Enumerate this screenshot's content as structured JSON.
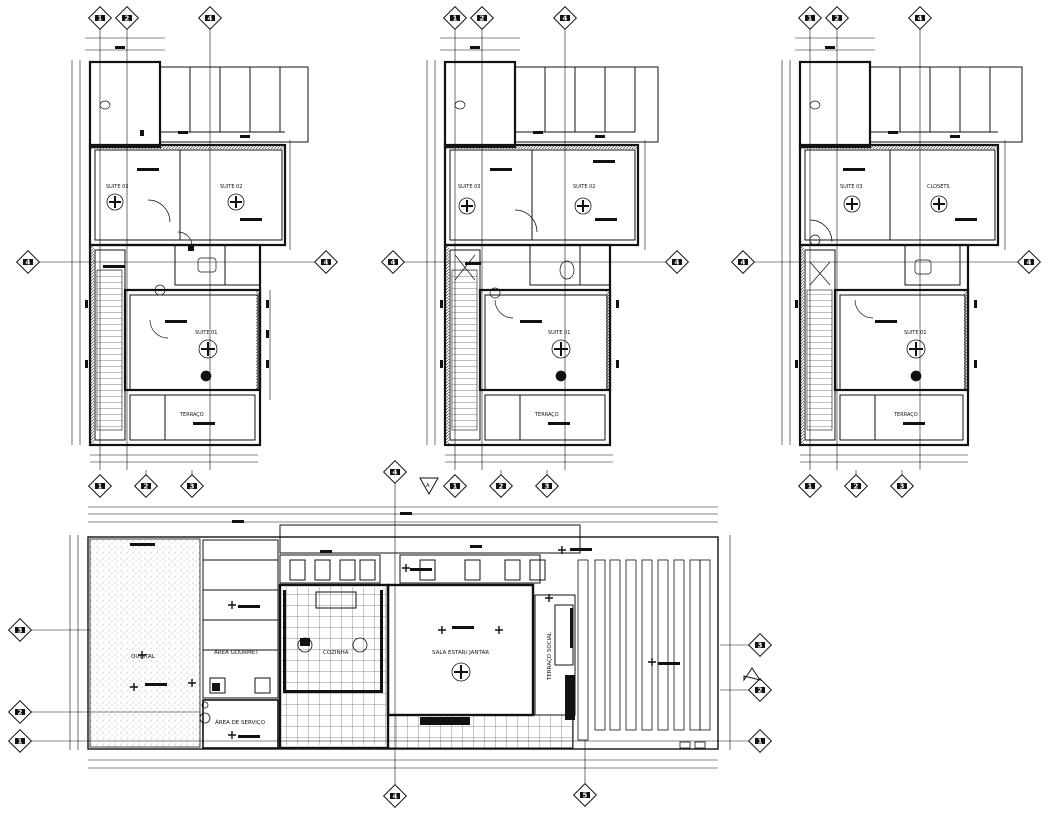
{
  "colors": {
    "line": "#111111",
    "paper": "#ffffff",
    "fill_dark": "#111111",
    "hatch": "#444444"
  },
  "plans": {
    "upper_a": {
      "rooms": {
        "suite_03": "SUITE 03",
        "suite_02": "SUITE 02",
        "suite_01": "SUITE 01",
        "terraco": "TERRAÇO"
      }
    },
    "upper_b": {
      "rooms": {
        "suite_03": "SUITE 03",
        "suite_02": "SUITE 02",
        "suite_01": "SUITE 01",
        "terraco": "TERRAÇO"
      }
    },
    "upper_c": {
      "rooms": {
        "suite_03": "SUITE 03",
        "closets": "CLOSETS",
        "suite_01": "SUITE 01",
        "terraco": "TERRAÇO"
      }
    },
    "ground": {
      "rooms": {
        "quintal": "QUINTAL",
        "area_gourmet": "ÁREA GOURMET",
        "cozinha": "COZINHA",
        "sala": "SALA ESTAR/ JANTAR",
        "terraco_social": "TERRAÇO SOCIAL",
        "area_servico": "ÁREA DE SERVIÇO"
      }
    }
  },
  "grid_axes": {
    "upper_a_top": [
      "1",
      "2",
      "4"
    ],
    "upper_b_top": [
      "1",
      "2",
      "4"
    ],
    "upper_c_top": [
      "1",
      "2",
      "4"
    ],
    "upper_a_bottom": [
      "1",
      "2",
      "3"
    ],
    "upper_b_bottom": [
      "1",
      "2",
      "3"
    ],
    "upper_c_bottom": [
      "1",
      "2",
      "3"
    ],
    "sides": [
      "4",
      "4"
    ],
    "ground_left": [
      "3",
      "2",
      "1"
    ],
    "ground_right": [
      "3",
      "2",
      "1"
    ],
    "ground_top": "4",
    "ground_bottom": [
      "4",
      "5"
    ],
    "section_marker": "A"
  }
}
